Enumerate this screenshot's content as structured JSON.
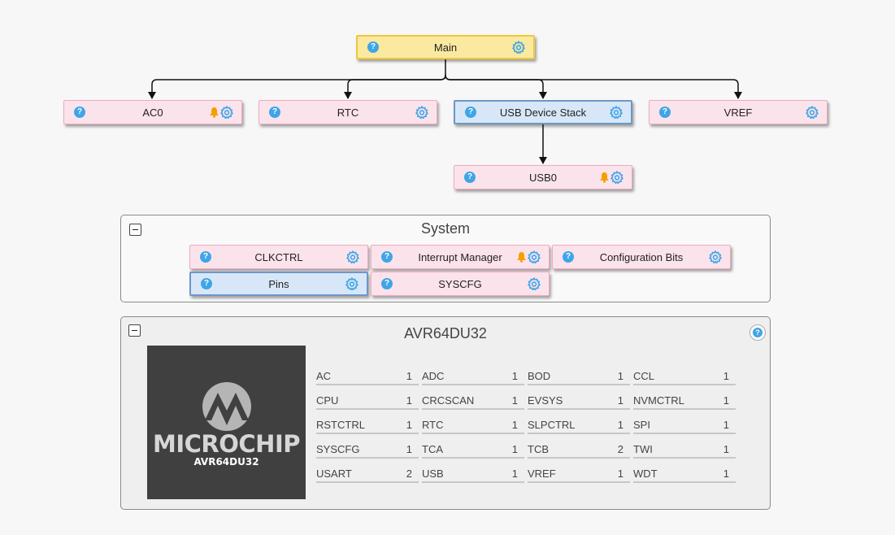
{
  "nodes": {
    "main": {
      "label": "Main"
    },
    "ac0": {
      "label": "AC0"
    },
    "rtc": {
      "label": "RTC"
    },
    "usb_stack": {
      "label": "USB Device Stack"
    },
    "vref": {
      "label": "VREF"
    },
    "usb0": {
      "label": "USB0"
    }
  },
  "system": {
    "title": "System",
    "nodes": {
      "clkctrl": {
        "label": "CLKCTRL"
      },
      "interrupt_manager": {
        "label": "Interrupt Manager"
      },
      "config_bits": {
        "label": "Configuration Bits"
      },
      "pins": {
        "label": "Pins"
      },
      "syscfg": {
        "label": "SYSCFG"
      }
    }
  },
  "device": {
    "title": "AVR64DU32",
    "brand": "MICROCHIP",
    "part": "AVR64DU32",
    "peripherals": [
      {
        "name": "AC",
        "count": "1"
      },
      {
        "name": "ADC",
        "count": "1"
      },
      {
        "name": "BOD",
        "count": "1"
      },
      {
        "name": "CCL",
        "count": "1"
      },
      {
        "name": "CPU",
        "count": "1"
      },
      {
        "name": "CRCSCAN",
        "count": "1"
      },
      {
        "name": "EVSYS",
        "count": "1"
      },
      {
        "name": "NVMCTRL",
        "count": "1"
      },
      {
        "name": "RSTCTRL",
        "count": "1"
      },
      {
        "name": "RTC",
        "count": "1"
      },
      {
        "name": "SLPCTRL",
        "count": "1"
      },
      {
        "name": "SPI",
        "count": "1"
      },
      {
        "name": "SYSCFG",
        "count": "1"
      },
      {
        "name": "TCA",
        "count": "1"
      },
      {
        "name": "TCB",
        "count": "2"
      },
      {
        "name": "TWI",
        "count": "1"
      },
      {
        "name": "USART",
        "count": "2"
      },
      {
        "name": "USB",
        "count": "1"
      },
      {
        "name": "VREF",
        "count": "1"
      },
      {
        "name": "WDT",
        "count": "1"
      }
    ]
  },
  "icons": {
    "help": "question-icon",
    "settings": "gear-icon",
    "notification": "bell-icon",
    "collapse": "minus-icon"
  },
  "colors": {
    "pink_fill": "#fbe3ec",
    "blue_fill": "#d8e7f7",
    "yellow_fill": "#fbe9a0",
    "help_blue": "#3fa5e8",
    "bell_orange": "#f5a000"
  }
}
